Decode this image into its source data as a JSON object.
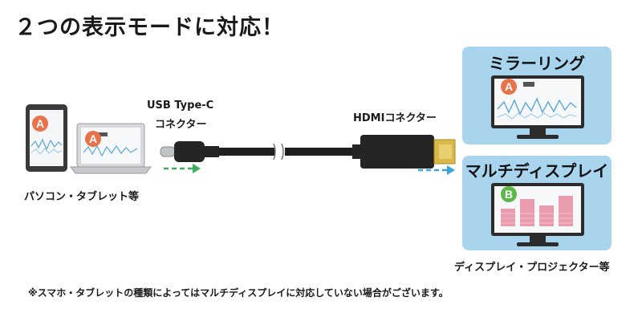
{
  "title": "２つの表示モードに対応！",
  "labels": {
    "source_devices": "パソコン・タブレット等",
    "usb_cable_line1": "USB Type-C",
    "usb_cable_line2": "コネクター",
    "hdmi_connector": "HDMIコネクター",
    "output_devices": "ディスプレイ・プロジェクター等"
  },
  "modes": [
    {
      "title": "ミラーリング",
      "screen_badge": "A"
    },
    {
      "title": "マルチディスプレイ",
      "screen_badge": "B"
    }
  ],
  "source_badges": [
    "A",
    "A"
  ],
  "footnote": "※スマホ・タブレットの種類によってはマルチディスプレイに対応していない場合がございます。",
  "colors": {
    "panel_bg": "#a8d4ee",
    "badge_orange": "#e8734a",
    "badge_green": "#5cb848",
    "arrow_green": "#3cae5c",
    "arrow_blue": "#3aa2dc",
    "cable_black": "#1f1f1f",
    "hdmi_gold": "#d9b94a",
    "bar_pink": "#e88da2"
  }
}
